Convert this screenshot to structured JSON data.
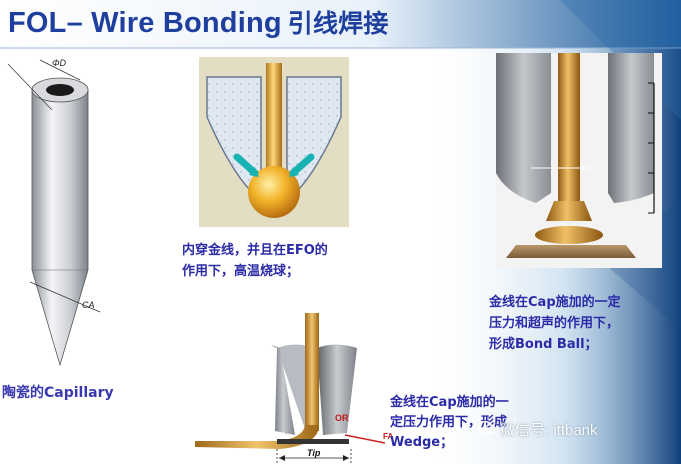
{
  "title": {
    "main": "FOL– Wire Bonding",
    "chinese": "引线焊接"
  },
  "capillary_label": "陶瓷的Capillary",
  "step1_caption": [
    "内穿金线，并且在EFO的",
    "作用下，高温烧球；"
  ],
  "step2_caption": [
    "金线在Cap施加的一定",
    "压力和超声的作用下，",
    "形成Bond Ball；"
  ],
  "step3_caption": [
    "金线在Cap施加的一",
    "定压力作用下，形成",
    "Wedge；"
  ],
  "wedge_diagram": {
    "tip_label": "Tip",
    "or_label": "OR",
    "fa_label": "FA"
  },
  "capillary_diagram": {
    "top_label": "ΦD",
    "side_label": "CA"
  },
  "watermark": {
    "icon": "wechat-icon",
    "text": "微信号: ittbank"
  },
  "colors": {
    "title": "#1f3f9e",
    "caption": "#2b2ba8",
    "gold": "#d4a24a",
    "background_right": "#1a4a86"
  }
}
